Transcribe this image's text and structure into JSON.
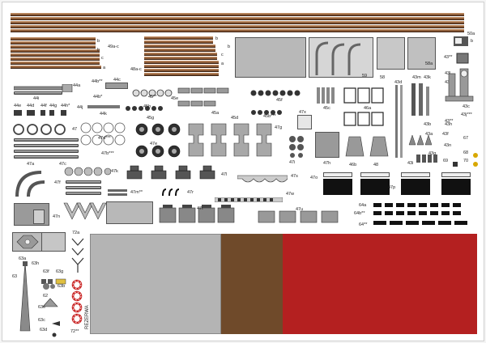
{
  "sheet": {
    "reserve_label": "REZERWA",
    "swatches": [
      {
        "name": "grey",
        "color": "#b4b4b4"
      },
      {
        "name": "brown",
        "color": "#6f4a2a"
      },
      {
        "name": "red",
        "color": "#b42020"
      }
    ],
    "wood_color": "#8a5a36",
    "dark_color": "#3a3a3a"
  },
  "labels": {
    "l50a": "50a",
    "l49ac": "49a-c",
    "l48ac": "48a-c",
    "b1": "b",
    "b2": "b",
    "b3": "b",
    "b4": "b",
    "b5": "b",
    "b6": "b",
    "b7": "b",
    "b8": "b",
    "c1": "c",
    "c2": "c",
    "a1": "a",
    "a2": "a",
    "a3": "a",
    "l44a": "44a",
    "l44c": "44c",
    "l44b": "44b**",
    "l44bb": "44b*",
    "l44i": "44i",
    "l44k": "44k",
    "l44e": "44e",
    "l44d": "44d",
    "l44f": "44f",
    "l44g": "44g",
    "l44h": "44h*",
    "l44j": "44j",
    "l45": "45**",
    "l45e": "45e",
    "l45h": "45h",
    "l45g": "45g",
    "l45a": "45a",
    "l45d": "45d",
    "l45f": "45f",
    "l45b": "45b***",
    "l45c": "45c",
    "l47x": "47x",
    "l47g": "47g",
    "l47e": "47e",
    "l47": "47",
    "l47c": "47c",
    "l47d": "47d***",
    "l47b": "47b***",
    "l47a": "47a",
    "l47k": "47k",
    "l47f": "47f",
    "l47l": "47l",
    "l47m": "47m**",
    "l47r": "47r",
    "l47i": "47i",
    "l47w": "47w",
    "l47n": "47n",
    "l47t": "47t",
    "l47u": "47u",
    "l47s": "47s",
    "l47h": "47h",
    "l47o": "47o",
    "l47p": "47p",
    "l46a": "46a",
    "l46b": "46b",
    "l48": "48",
    "l43d": "43d",
    "l43m": "43m",
    "l43k": "43k",
    "l43b": "43b",
    "l43a": "43a",
    "l43g": "43g",
    "l43i": "43i",
    "l43c": "43c",
    "l43l": "43l",
    "l43e": "43e",
    "l43f": "43f",
    "l43j": "43j***",
    "l43h": "43h",
    "l43n": "43n",
    "l43s": "43**",
    "l58": "58",
    "l58a": "58a",
    "l59": "59",
    "l64a": "64a",
    "l64b": "64b**",
    "l64": "64**",
    "l72a": "72a",
    "l72": "72**",
    "l63": "63",
    "l63a": "63a",
    "l63b": "63b",
    "l63h": "63h",
    "l63f": "63f",
    "l63g": "63g",
    "l63e": "63e",
    "l63c": "63c",
    "l63d": "63d",
    "l63s": "63**",
    "l62": "62",
    "l67": "67",
    "l68": "68",
    "l69": "69",
    "l70": "70",
    "l53": "53",
    "l63a2": "63a"
  }
}
